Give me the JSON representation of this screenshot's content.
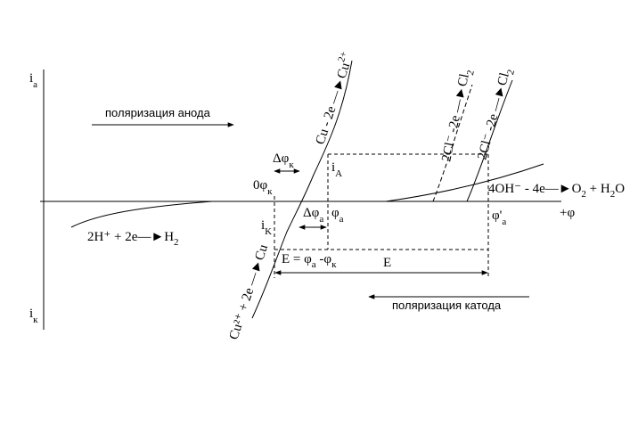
{
  "axis": {
    "ia_main": "i",
    "ia_sub": "a",
    "ik_main": "i",
    "ik_sub": "к",
    "phi_axis": "+φ"
  },
  "captions": {
    "anode_polarization": "поляризация анода",
    "cathode_polarization": "поляризация катода"
  },
  "reactions": {
    "hydrogen": "2H⁺ + 2e—►H",
    "hydrogen_sub": "2",
    "oxygen": "4OH⁻ - 4e—►O",
    "oxygen_sub": "2",
    "oxygen_tail": " + H",
    "oxygen_tail_sub": "2",
    "oxygen_end": "O",
    "copper_oxidation": "Cu - 2e —►Cu",
    "copper_oxidation_sup": "2+",
    "copper_reduction": "Cu²⁺ + 2e —►Cu",
    "chloride_dashed": "2Cl⁻ -2e —►Cl",
    "chloride_dashed_sub": "2",
    "chloride_solid": "2Cl⁻ -2e —►Cl",
    "chloride_solid_sub": "2"
  },
  "labels": {
    "zero_phi_main": "0φ",
    "zero_phi_sub": "к",
    "delta_phi_k_main": "Δφ",
    "delta_phi_k_sub": "к",
    "delta_phi_a_main": "Δφ",
    "delta_phi_a_sub": "а",
    "phi_a_main": "φ",
    "phi_a_sub": "а",
    "phi_a_prime_main": "φ'",
    "phi_a_prime_sub": "а",
    "iA_main": "i",
    "iA_sub": "A",
    "iK_main": "i",
    "iK_sub": "K",
    "E_formula": "E = φ",
    "E_formula_sub1": "а",
    "E_formula_mid": " -φ",
    "E_formula_sub2": "к",
    "E_big": "E"
  }
}
